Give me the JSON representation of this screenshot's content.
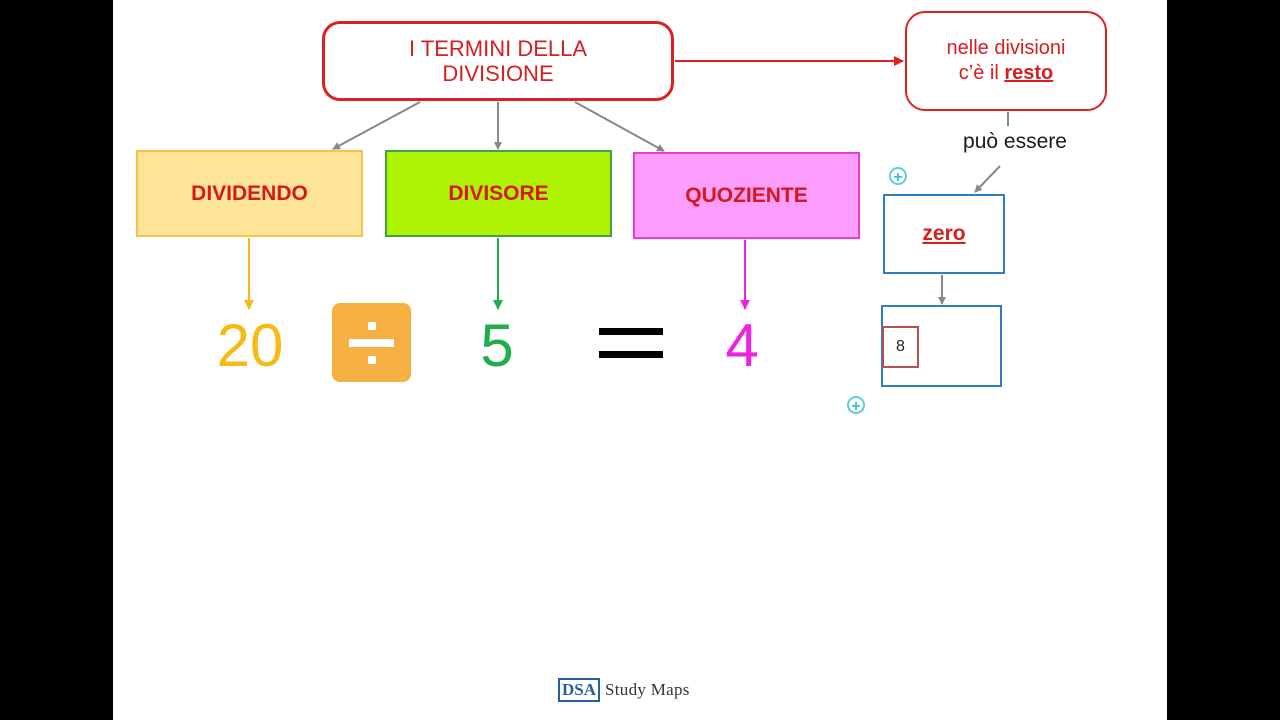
{
  "title": {
    "line1": "I TERMINI DELLA",
    "line2": "DIVISIONE"
  },
  "resto_note": {
    "line1": "nelle divisioni",
    "line2_prefix": "c’è il ",
    "line2_emph": "resto"
  },
  "terms": {
    "dividendo": "DIVIDENDO",
    "divisore": "DIVISORE",
    "quoziente": "QUOZIENTE"
  },
  "equation": {
    "dividend": "20",
    "divisor": "5",
    "quotient": "4"
  },
  "link_label": "può essere",
  "zero_label": "zero",
  "remainder_value": "8",
  "logo": {
    "abbr": "DSA",
    "text": "Study Maps"
  },
  "colors": {
    "title_red": "#e02020",
    "dividendo_fill": "#fde497",
    "divisore_fill": "#aef204",
    "quoziente_fill": "#fd9dfd",
    "dividend_num": "#f5bb12",
    "divisor_num": "#1fae4b",
    "quotient_num": "#ee22e0",
    "division_sign_fill": "#f5b041",
    "box_blue": "#2e7fc2"
  },
  "icons": [
    "division-sign-icon",
    "equals-sign-icon",
    "add-node-icon"
  ]
}
